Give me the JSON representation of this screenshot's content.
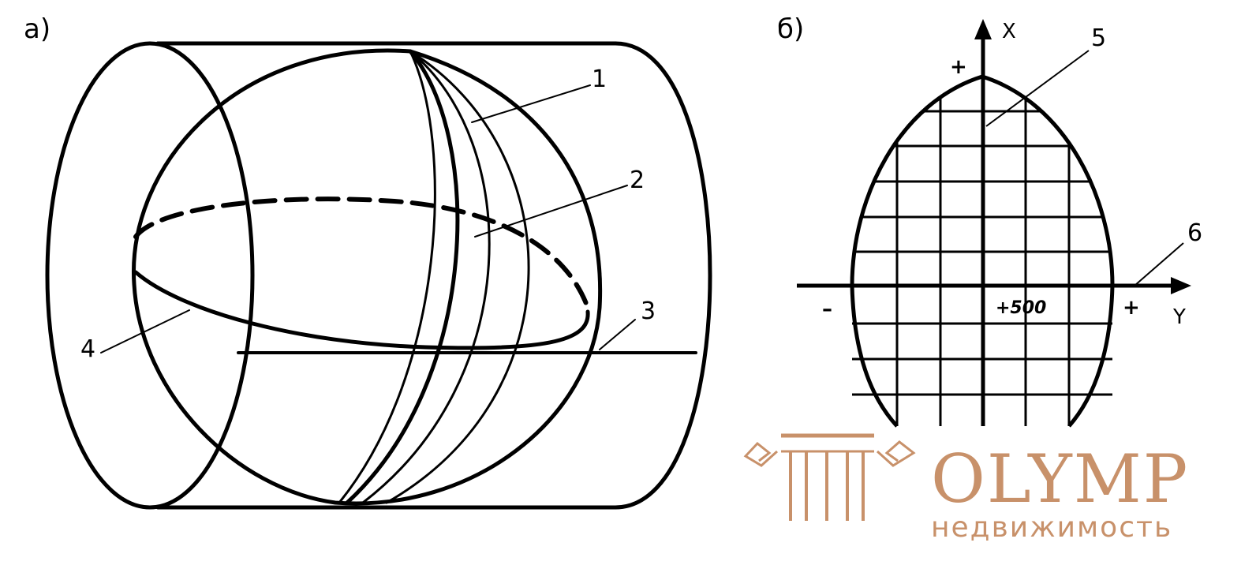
{
  "panel_a": {
    "label": "а)",
    "callouts": [
      "1",
      "2",
      "3",
      "4"
    ]
  },
  "panel_b": {
    "label": "б)",
    "x_axis_label": "X",
    "y_axis_label": "Y",
    "x_plus_sign": "+",
    "y_minus_sign": "–",
    "y_plus_sign": "+",
    "value_label": "+500",
    "callouts": [
      "5",
      "6"
    ]
  },
  "watermark": {
    "brand": "OLYMP",
    "subtitle": "недвижимость",
    "color": "#c8916a"
  }
}
